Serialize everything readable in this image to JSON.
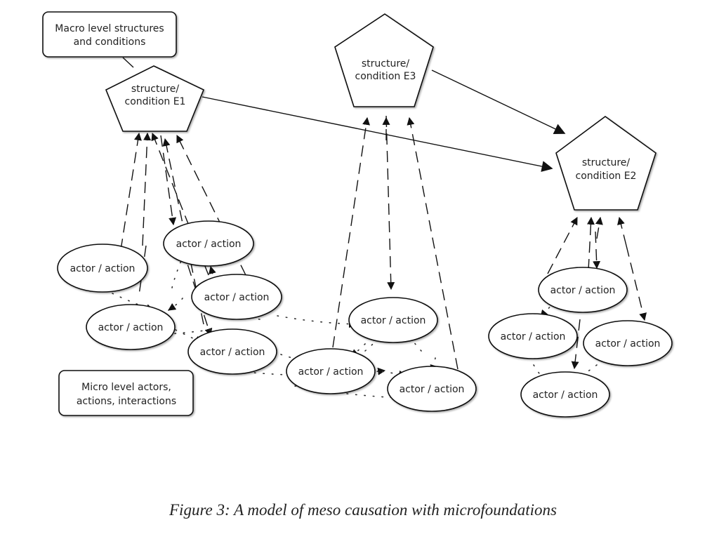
{
  "labels": {
    "macro_box": [
      "Macro level structures",
      "and conditions"
    ],
    "micro_box": [
      "Micro level actors,",
      "actions, interactions"
    ]
  },
  "structures": [
    {
      "id": "E1",
      "lines": [
        "structure/",
        "condition E1"
      ]
    },
    {
      "id": "E3",
      "lines": [
        "structure/",
        "condition E3"
      ]
    },
    {
      "id": "E2",
      "lines": [
        "structure/",
        "condition E2"
      ]
    }
  ],
  "actor_label": "actor / action",
  "actor_groups": [
    {
      "structure": "E1",
      "count": 5
    },
    {
      "structure": "E3",
      "count": 3
    },
    {
      "structure": "E2",
      "count": 4
    }
  ],
  "causal_links": [
    {
      "from": "E1",
      "to": "E2",
      "type": "solid"
    },
    {
      "from": "E3",
      "to": "E2",
      "type": "solid"
    }
  ],
  "caption": "Figure 3: A model of meso causation with microfoundations"
}
